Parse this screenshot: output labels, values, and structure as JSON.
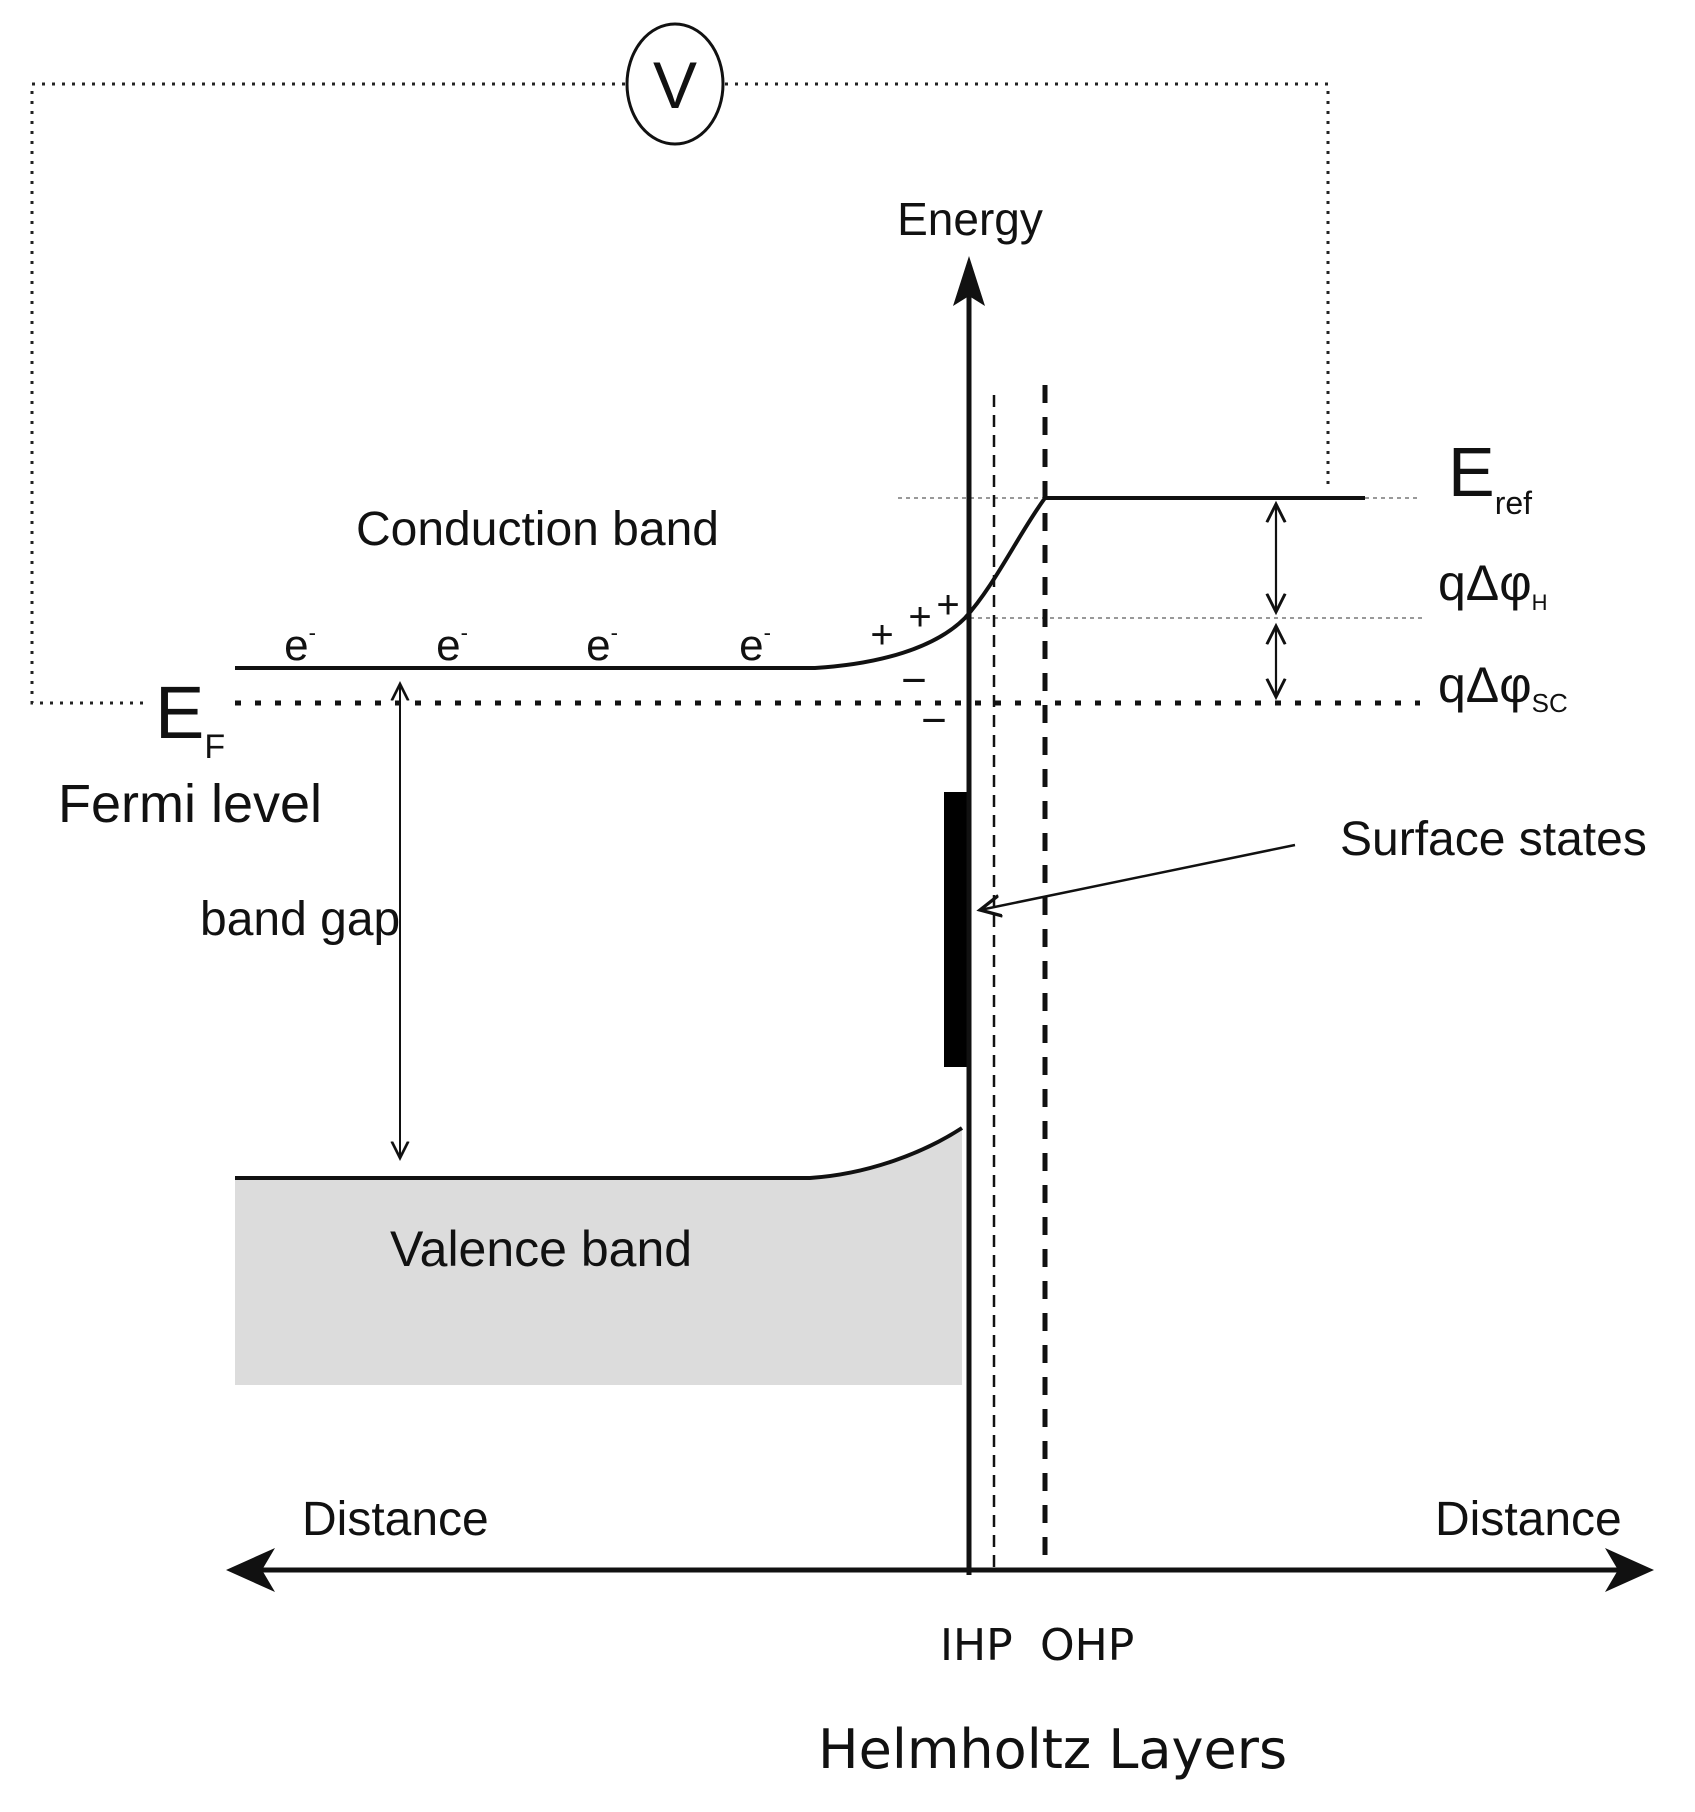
{
  "meter": {
    "symbol": "V"
  },
  "axes": {
    "energy": "Energy",
    "distance_left": "Distance",
    "distance_right": "Distance"
  },
  "bands": {
    "conduction": "Conduction band",
    "valence": "Valence band",
    "gap": "band gap",
    "electron": "e",
    "electron_sup": "-"
  },
  "fermi": {
    "symbol": "E",
    "subscript": "F",
    "label": "Fermi level"
  },
  "reference": {
    "symbol": "E",
    "subscript": "ref"
  },
  "potentials": {
    "helmholtz": {
      "prefix": "qΔφ",
      "sub": "H"
    },
    "space_charge": {
      "prefix": "qΔφ",
      "sub": "SC"
    }
  },
  "charges": {
    "plus": "+",
    "minus": "−"
  },
  "surface_states": "Surface states",
  "planes": {
    "ihp": "IHP",
    "ohp": "OHP",
    "caption": "Helmholtz Layers"
  }
}
